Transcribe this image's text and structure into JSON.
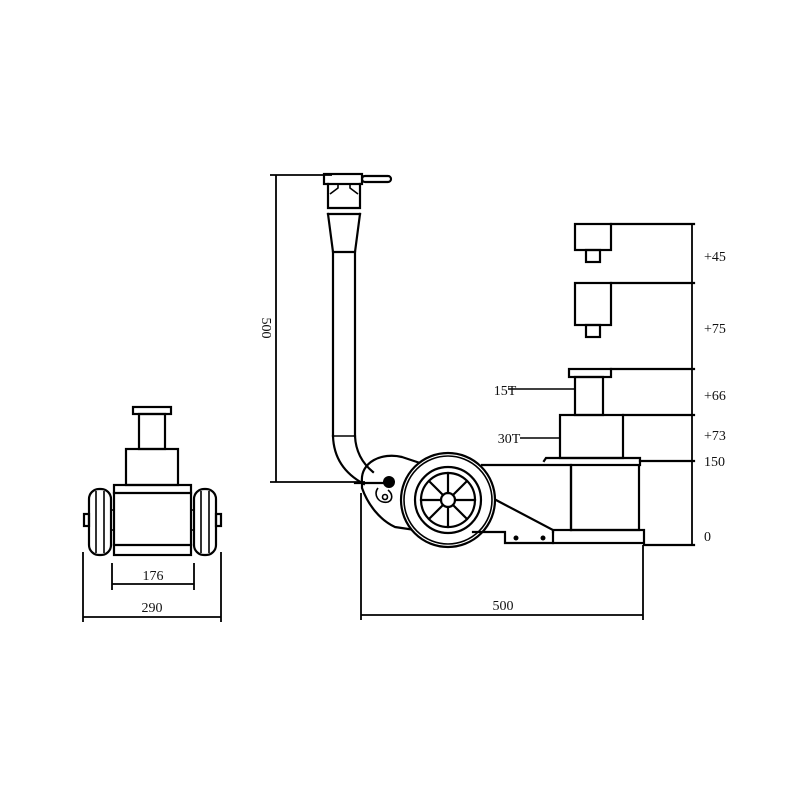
{
  "diagram": {
    "subject": "air-hydraulic jack technical drawing",
    "stroke_color": "#000000",
    "background": "#ffffff",
    "front_view": {
      "dimensions": {
        "inner_width": "176",
        "outer_width": "290"
      }
    },
    "side_view": {
      "handle_height": "500",
      "base_length": "500",
      "ram_labels": {
        "stage1": "15T",
        "stage2": "30T"
      },
      "height_dimensions": [
        {
          "label": "+45"
        },
        {
          "label": "+75"
        },
        {
          "label": "+66"
        },
        {
          "label": "+73"
        },
        {
          "label": "150"
        },
        {
          "label": "0"
        }
      ]
    }
  }
}
